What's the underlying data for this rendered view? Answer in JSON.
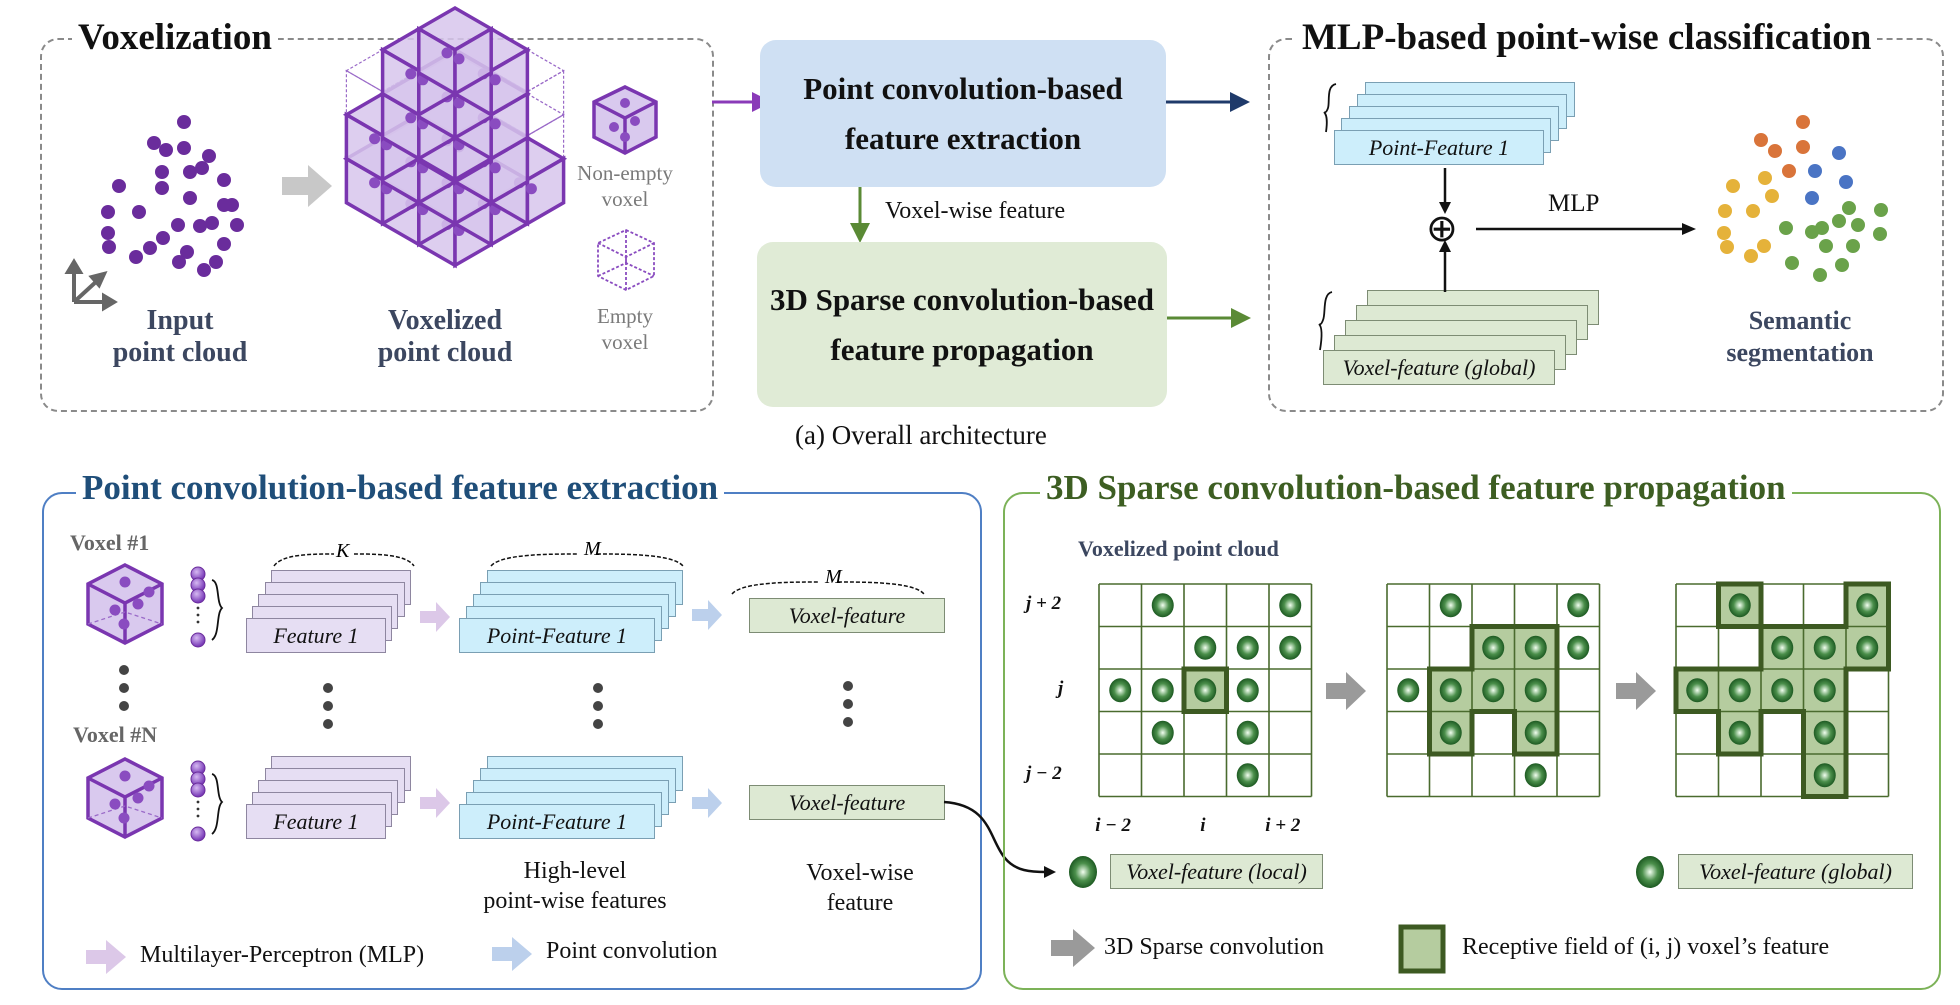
{
  "figure": {
    "caption_a": "(a) Overall architecture"
  },
  "voxelization": {
    "title": "Voxelization",
    "input_label_1": "Input",
    "input_label_2": "point cloud",
    "voxelized_label_1": "Voxelized",
    "voxelized_label_2": "point cloud",
    "nonempty_label_1": "Non-empty",
    "nonempty_label_2": "voxel",
    "empty_label_1": "Empty",
    "empty_label_2": "voxel",
    "point_color": "#6a2c9c",
    "voxel_stroke": "#7a36b0",
    "voxel_fill": "#dccdef"
  },
  "center": {
    "point_conv_box_1": "Point convolution-based",
    "point_conv_box_2": "feature extraction",
    "point_conv_color": "#cfe0f3",
    "sparse_box_1": "3D Sparse convolution-based",
    "sparse_box_2": "feature propagation",
    "sparse_color": "#e0ebd6",
    "voxelwise_label": "Voxel-wise feature"
  },
  "classification": {
    "title": "MLP-based point-wise classification",
    "point_feature_label": "Point-Feature 1",
    "voxel_feature_label": "Voxel-feature (global)",
    "mlp_label": "MLP",
    "plus_symbol": "⊕",
    "result_label_1": "Semantic",
    "result_label_2": "segmentation",
    "class_colors": {
      "orange": "#d9743a",
      "blue": "#4a74c4",
      "yellow": "#e5b23a",
      "green": "#6aa24a"
    }
  },
  "extraction": {
    "title": "Point convolution-based feature extraction",
    "title_color": "#1f4e79",
    "border_color": "#4f7fc4",
    "voxel_1_label": "Voxel #1",
    "voxel_n_label": "Voxel #N",
    "feature_label": "Feature 1",
    "k_label": "K",
    "m_label": "M",
    "point_feature_label": "Point-Feature 1",
    "voxel_feature_label": "Voxel-feature",
    "highlevel_label_1": "High-level",
    "highlevel_label_2": "point-wise features",
    "voxelwise_label_1": "Voxel-wise",
    "voxelwise_label_2": "feature",
    "legend_mlp": "Multilayer-Perceptron (MLP)",
    "legend_pointconv": "Point convolution",
    "mlp_arrow_color": "#dcc8e8",
    "pointconv_arrow_color": "#bcd0ec"
  },
  "propagation": {
    "title": "3D Sparse convolution-based feature propagation",
    "title_color": "#3d5e22",
    "border_color": "#7cb258",
    "grid_title": "Voxelized point cloud",
    "row_labels": [
      "j + 2",
      "",
      "j",
      "",
      "j − 2"
    ],
    "col_labels": [
      "i − 2",
      "",
      "i",
      "",
      "i + 2"
    ],
    "occupied_cells": [
      [
        0,
        1
      ],
      [
        0,
        4
      ],
      [
        1,
        2
      ],
      [
        1,
        3
      ],
      [
        1,
        4
      ],
      [
        2,
        0
      ],
      [
        2,
        1
      ],
      [
        2,
        2
      ],
      [
        2,
        3
      ],
      [
        3,
        1
      ],
      [
        3,
        3
      ],
      [
        4,
        3
      ]
    ],
    "receptive_fields": [
      [
        [
          2,
          2
        ]
      ],
      [
        [
          1,
          2
        ],
        [
          1,
          3
        ],
        [
          2,
          1
        ],
        [
          2,
          2
        ],
        [
          2,
          3
        ],
        [
          3,
          1
        ],
        [
          3,
          3
        ]
      ],
      [
        [
          0,
          1
        ],
        [
          0,
          4
        ],
        [
          1,
          2
        ],
        [
          1,
          3
        ],
        [
          1,
          4
        ],
        [
          2,
          0
        ],
        [
          2,
          1
        ],
        [
          2,
          2
        ],
        [
          2,
          3
        ],
        [
          3,
          1
        ],
        [
          3,
          3
        ],
        [
          4,
          3
        ]
      ]
    ],
    "local_feature_label": "Voxel-feature (local)",
    "global_feature_label": "Voxel-feature (global)",
    "legend_sparse": "3D Sparse convolution",
    "legend_receptive": "Receptive field of (i, j) voxel’s feature",
    "grid_line_color": "#4a6b2e",
    "field_fill": "#b5cc9f",
    "field_border": "#3d5a22",
    "arrow_color": "#9a9a9a"
  }
}
